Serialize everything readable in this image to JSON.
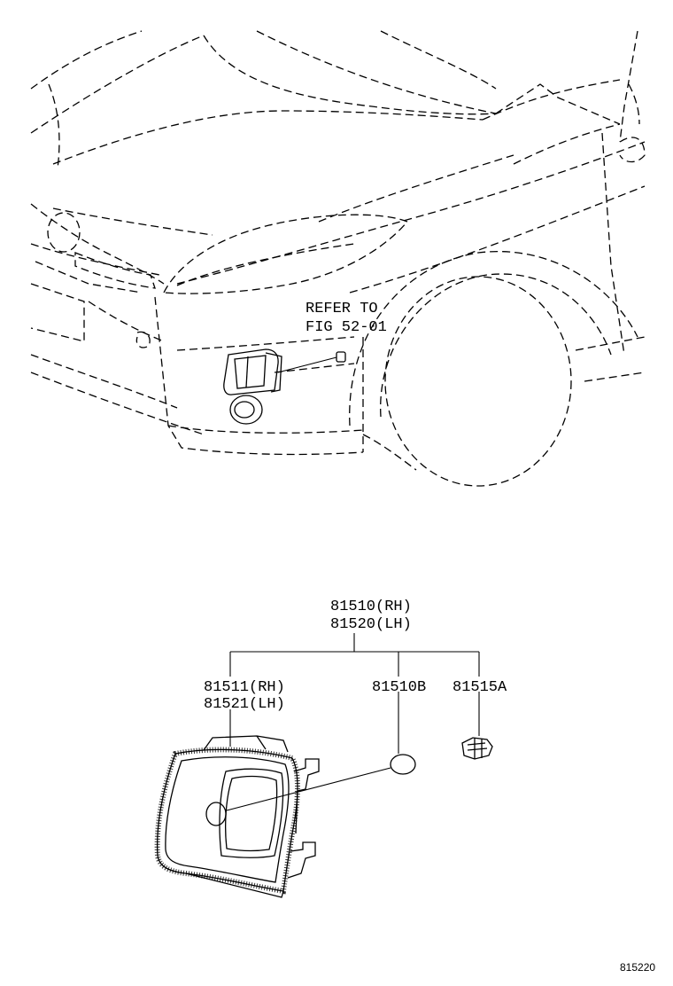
{
  "callouts": {
    "refer_line1": "REFER TO",
    "refer_line2": "FIG 52-01",
    "assembly_rh": "81510(RH)",
    "assembly_lh": "81520(LH)",
    "housing_rh": "81511(RH)",
    "housing_lh": "81521(LH)",
    "bulb": "81510B",
    "socket": "81515A"
  },
  "figure_id": "815220"
}
